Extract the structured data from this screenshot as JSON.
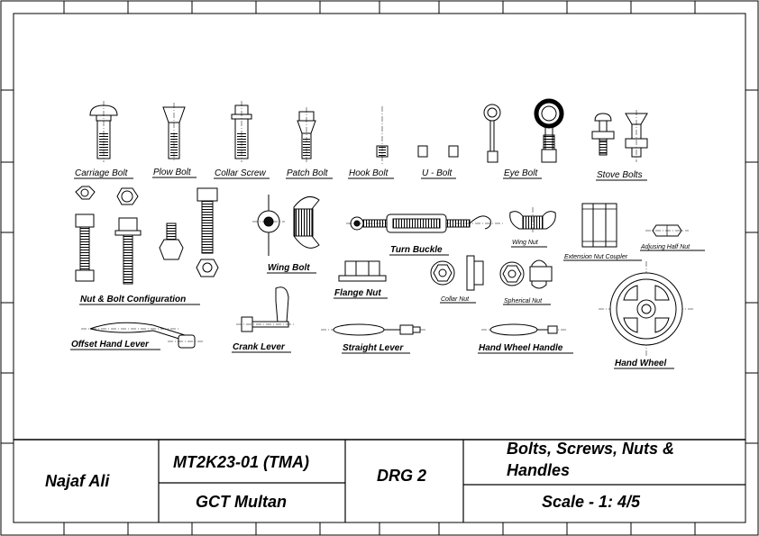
{
  "title_block": {
    "author": "Najaf Ali",
    "roll_no": "MT2K23-01 (TMA)",
    "institute": "GCT Multan",
    "drawing_no": "DRG 2",
    "title_line1": "Bolts, Screws, Nuts &",
    "title_line2": "Handles",
    "scale": "Scale - 1: 4/5"
  },
  "labels": {
    "carriage_bolt": "Carriage Bolt",
    "plow_bolt": "Plow Bolt",
    "collar_screw": "Collar Screw",
    "patch_bolt": "Patch Bolt",
    "hook_bolt": "Hook Bolt",
    "u_bolt": "U - Bolt",
    "eye_bolt": "Eye Bolt",
    "stove_bolts": "Stove Bolts",
    "nut_bolt_config": "Nut & Bolt Configuration",
    "wing_bolt": "Wing Bolt",
    "turn_buckle": "Turn Buckle",
    "wing_nut": "Wing Nut",
    "extension_nut_coupler": "Extension Nut Coupler",
    "adjusting_half_nut": "Adjusing Half Nut",
    "flange_nut": "Flange Nut",
    "collar_nut": "Collar Nut",
    "spherical_nut": "Spherical Nut",
    "offset_hand_lever": "Offset Hand Lever",
    "crank_lever": "Crank Lever",
    "straight_lever": "Straight Lever",
    "hand_wheel_handle": "Hand Wheel Handle",
    "hand_wheel": "Hand Wheel"
  }
}
